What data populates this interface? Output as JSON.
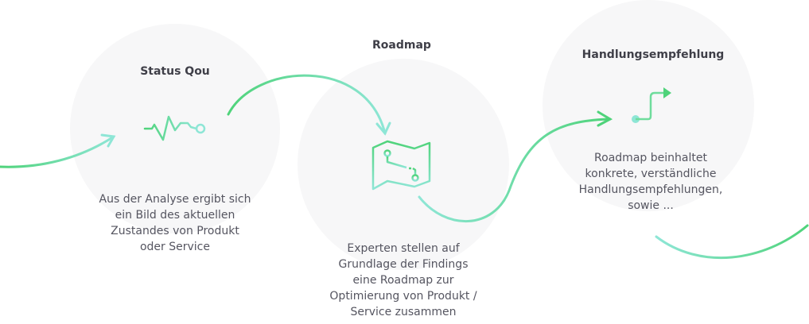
{
  "colors": {
    "green": "#4fd37a",
    "teal": "#8ee6d6",
    "circle": "#f7f7f8",
    "title": "#3f3f48",
    "text": "#555560"
  },
  "steps": [
    {
      "title": "Status Qou",
      "icon": "heartbeat-icon",
      "lines": [
        "Aus der Analyse ergibt sich",
        "ein Bild des aktuellen",
        "Zustandes von Produkt",
        "oder Service"
      ]
    },
    {
      "title": "Roadmap",
      "icon": "map-icon",
      "lines": [
        "Experten stellen auf",
        "Grundlage der Findings",
        "eine Roadmap zur",
        "Optimierung von Produkt /",
        "Service zusammen"
      ]
    },
    {
      "title": "Handlungsempfehlung",
      "icon": "route-arrow-icon",
      "lines": [
        "Roadmap beinhaltet",
        "konkrete, verständliche",
        "Handlungsempfehlungen,",
        "sowie ..."
      ]
    }
  ]
}
